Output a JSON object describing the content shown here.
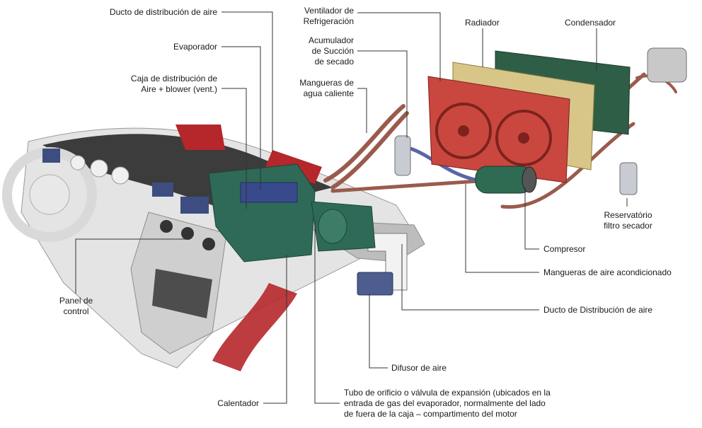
{
  "labels": {
    "ducto_distribucion_aire_top": "Ducto de distribución de aire",
    "evaporador": "Evaporador",
    "caja_distribucion": "Caja de distribución de\nAire + blower (vent.)",
    "ventilador": "Ventilador de\nRefrigeración",
    "acumulador": "Acumulador\nde Succión\nde secado",
    "mangueras_agua": "Mangueras de\nagua caliente",
    "radiador": "Radiador",
    "condensador": "Condensador",
    "reservatorio": "Reservatório\nfiltro secador",
    "compresor": "Compresor",
    "mangueras_aire": "Mangueras de aire acondicionado",
    "ducto_distribucion_aire_right": "Ducto de Distribución de aire",
    "panel_control": "Panel de\ncontrol",
    "difusor": "Difusor de aire",
    "calentador": "Calentador",
    "tubo_orificio": "Tubo de orificio o válvula de expansión (ubicados en la\nentrada de gas del evaporador, normalmente del lado\nde fuera de la caja – compartimento del motor"
  },
  "colors": {
    "leader": "#333333",
    "dashboard": "#4a4a4a",
    "dashboard_light": "#dcdcdc",
    "hvac_box": "#2e6a57",
    "heater_duct": "#b5272b",
    "radiator": "#c9473f",
    "condenser": "#2f5e47",
    "hose_copper": "#9a5b4c",
    "hose_blue": "#5966a7"
  }
}
